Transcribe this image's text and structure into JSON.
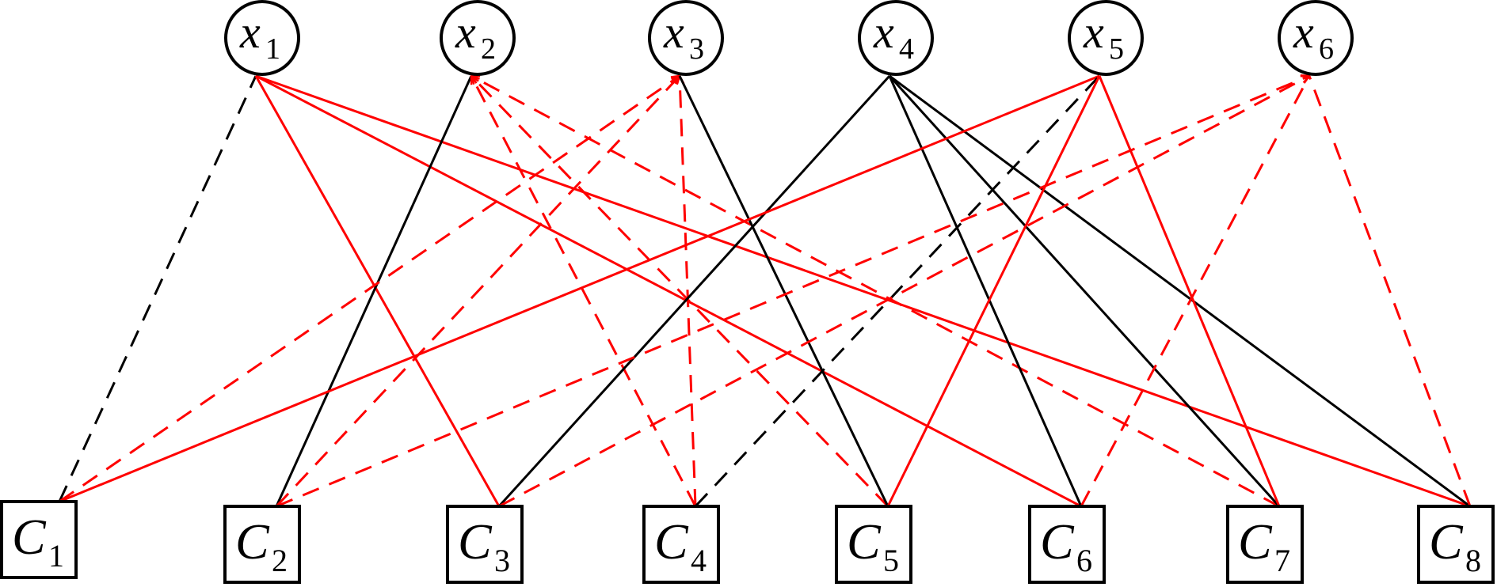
{
  "diagram": {
    "type": "bipartite-graph",
    "colors": {
      "black": "#000000",
      "red": "#ff0000"
    },
    "variable_nodes": [
      {
        "id": "x1",
        "base": "x",
        "sub": "1"
      },
      {
        "id": "x2",
        "base": "x",
        "sub": "2"
      },
      {
        "id": "x3",
        "base": "x",
        "sub": "3"
      },
      {
        "id": "x4",
        "base": "x",
        "sub": "4"
      },
      {
        "id": "x5",
        "base": "x",
        "sub": "5"
      },
      {
        "id": "x6",
        "base": "x",
        "sub": "6"
      }
    ],
    "check_nodes": [
      {
        "id": "C1",
        "base": "C",
        "sub": "1"
      },
      {
        "id": "C2",
        "base": "C",
        "sub": "2"
      },
      {
        "id": "C3",
        "base": "C",
        "sub": "3"
      },
      {
        "id": "C4",
        "base": "C",
        "sub": "4"
      },
      {
        "id": "C5",
        "base": "C",
        "sub": "5"
      },
      {
        "id": "C6",
        "base": "C",
        "sub": "6"
      },
      {
        "id": "C7",
        "base": "C",
        "sub": "7"
      },
      {
        "id": "C8",
        "base": "C",
        "sub": "8"
      }
    ],
    "edges": [
      {
        "from": "x1",
        "to": "C1",
        "color": "black",
        "style": "dashed"
      },
      {
        "from": "x1",
        "to": "C3",
        "color": "red",
        "style": "solid"
      },
      {
        "from": "x1",
        "to": "C6",
        "color": "red",
        "style": "solid"
      },
      {
        "from": "x1",
        "to": "C8",
        "color": "red",
        "style": "solid"
      },
      {
        "from": "x2",
        "to": "C2",
        "color": "black",
        "style": "solid"
      },
      {
        "from": "x2",
        "to": "C4",
        "color": "red",
        "style": "dashed",
        "arrow": true
      },
      {
        "from": "x2",
        "to": "C5",
        "color": "red",
        "style": "dashed",
        "arrow": true
      },
      {
        "from": "x2",
        "to": "C7",
        "color": "red",
        "style": "dashed",
        "arrow": true
      },
      {
        "from": "x3",
        "to": "C1",
        "color": "red",
        "style": "dashed",
        "arrow": true
      },
      {
        "from": "x3",
        "to": "C2",
        "color": "red",
        "style": "dashed",
        "arrow": true
      },
      {
        "from": "x3",
        "to": "C4",
        "color": "red",
        "style": "dashed",
        "arrow": true
      },
      {
        "from": "x3",
        "to": "C5",
        "color": "black",
        "style": "solid"
      },
      {
        "from": "x4",
        "to": "C3",
        "color": "black",
        "style": "solid"
      },
      {
        "from": "x4",
        "to": "C6",
        "color": "black",
        "style": "solid"
      },
      {
        "from": "x4",
        "to": "C7",
        "color": "black",
        "style": "solid"
      },
      {
        "from": "x4",
        "to": "C8",
        "color": "black",
        "style": "solid"
      },
      {
        "from": "x5",
        "to": "C1",
        "color": "red",
        "style": "solid"
      },
      {
        "from": "x5",
        "to": "C4",
        "color": "black",
        "style": "dashed"
      },
      {
        "from": "x5",
        "to": "C5",
        "color": "red",
        "style": "solid"
      },
      {
        "from": "x5",
        "to": "C7",
        "color": "red",
        "style": "solid"
      },
      {
        "from": "x6",
        "to": "C2",
        "color": "red",
        "style": "dashed",
        "arrow": true
      },
      {
        "from": "x6",
        "to": "C3",
        "color": "red",
        "style": "dashed",
        "arrow": true
      },
      {
        "from": "x6",
        "to": "C6",
        "color": "red",
        "style": "dashed"
      },
      {
        "from": "x6",
        "to": "C8",
        "color": "red",
        "style": "dashed"
      }
    ]
  }
}
